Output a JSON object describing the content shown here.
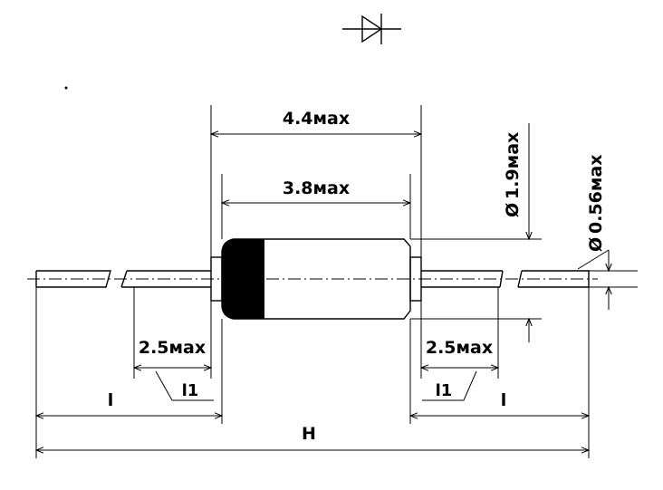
{
  "drawing": {
    "dimensions": {
      "overall_body": "4.4мах",
      "body": "3.8мах",
      "body_diameter": "1.9мах",
      "lead_diameter": "0.56мах",
      "lead_left": "2.5мах",
      "lead_right": "2.5мах",
      "l1_left": "l1",
      "l1_right": "l1",
      "l_left": "l",
      "l_right": "l",
      "overall_length": "H"
    },
    "diameter_symbol": "Ø"
  }
}
